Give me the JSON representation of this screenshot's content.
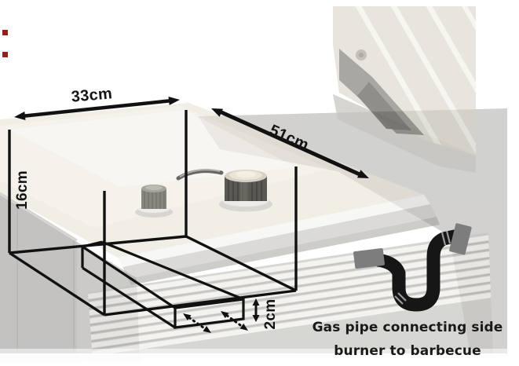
{
  "diagram": {
    "labels": {
      "width": "33cm",
      "depth": "51cm",
      "height": "16cm",
      "channel_height": "2cm"
    },
    "caption": {
      "line1": "Gas pipe connecting side",
      "line2": "burner to barbecue"
    },
    "icons": {
      "gas_pipe": "gas-pipe-icon"
    },
    "colors": {
      "wireframe_line": "#111111",
      "dimension_text": "#141414",
      "caption_text": "#1a1a1a",
      "pipe_black": "#161616",
      "pipe_fitting_gray": "#7d7d7d",
      "table_cream": "#e9e3d7",
      "lid_beige": "#d7d1c5",
      "cabinet_gray": "#9c9b97",
      "wicker_light": "#f0efeb",
      "marker_red": "#9b1c1c"
    }
  }
}
